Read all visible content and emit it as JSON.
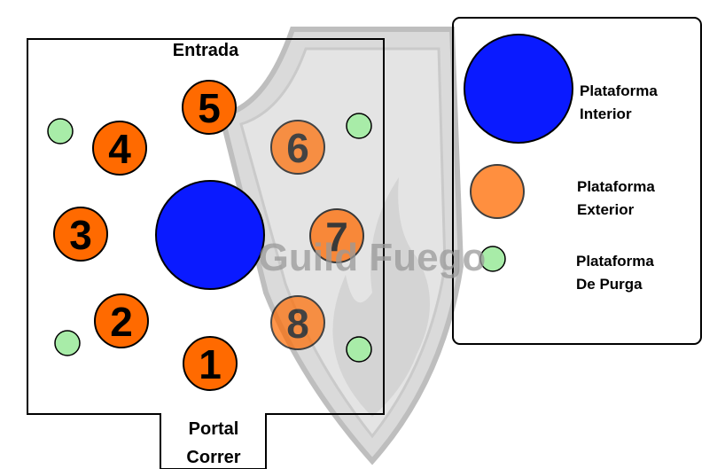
{
  "watermark": {
    "text": "Guild Fuego"
  },
  "room": {
    "entrance_label": "Entrada",
    "portal_label_line1": "Portal",
    "portal_label_line2": "Correr"
  },
  "positions": [
    {
      "number": "1",
      "color": "#ff6a00"
    },
    {
      "number": "2",
      "color": "#ff6a00"
    },
    {
      "number": "3",
      "color": "#ff6a00"
    },
    {
      "number": "4",
      "color": "#ff6a00"
    },
    {
      "number": "5",
      "color": "#ff6a00"
    },
    {
      "number": "6",
      "color": "#ff6a00"
    },
    {
      "number": "7",
      "color": "#ff6a00"
    },
    {
      "number": "8",
      "color": "#ff6a00"
    }
  ],
  "legend": {
    "inner": {
      "line1": "Plataforma",
      "line2": "Interior",
      "color": "#0a1aff"
    },
    "outer": {
      "line1": "Plataforma",
      "line2": "Exterior",
      "color": "#ff6a00"
    },
    "purge": {
      "line1": "Plataforma",
      "line2": "De Purga",
      "color": "#a8eca8"
    }
  },
  "colors": {
    "inner_platform": "#0a1aff",
    "outer_platform": "#ff6a00",
    "purge_platform": "#a8eca8",
    "outline": "#000000"
  }
}
